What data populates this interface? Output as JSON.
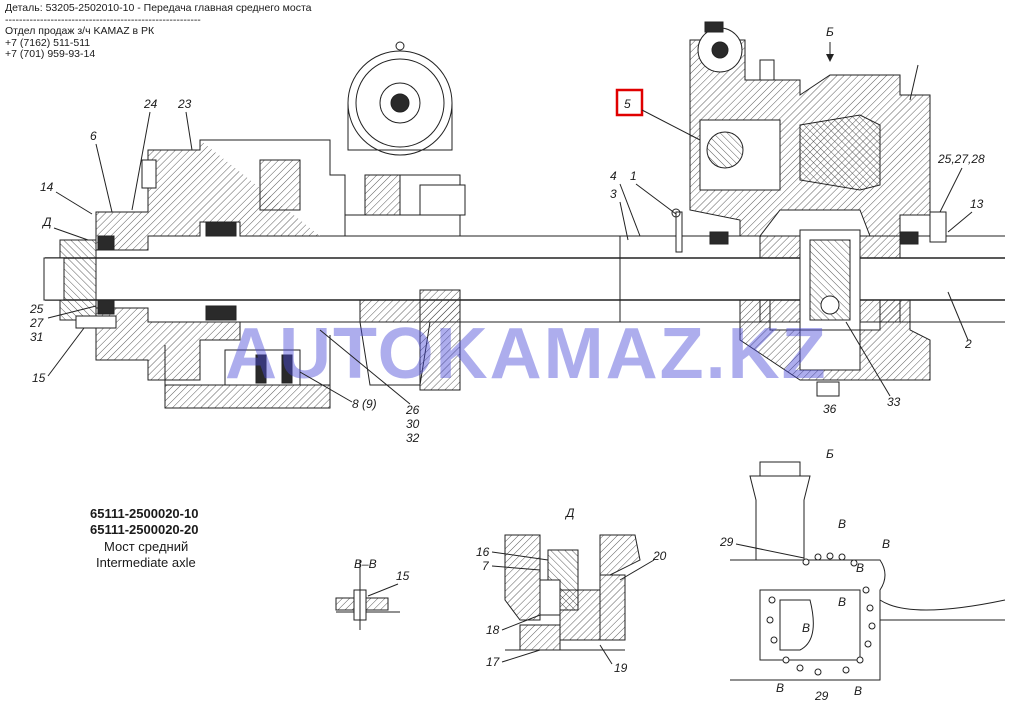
{
  "header": {
    "detail_line": "Деталь: 53205-2502010-10 - Передача главная среднего моста",
    "separator": "--------------------------------------------------------",
    "sales_dept": "Отдел продаж з/ч KAMAZ в РК",
    "phone1": "+7 (7162) 511-511",
    "phone2": "+7 (701) 959-93-14"
  },
  "watermark": "AUTOKAMAZ.KZ",
  "highlight_color": "#e00000",
  "title_block": {
    "code1": "65111-2500020-10",
    "code2": "65111-2500020-20",
    "name_ru": "Мост средний",
    "name_en": "Intermediate axle"
  },
  "views": {
    "view_b": "Б",
    "view_d": "Д",
    "section_vv": "В–В"
  },
  "callouts": {
    "c24": "24",
    "c23": "23",
    "c6": "6",
    "c14": "14",
    "c_d": "Д",
    "c25": "25",
    "c27": "27",
    "c31": "31",
    "c15": "15",
    "c8_9": "8 (9)",
    "c26": "26",
    "c30": "30",
    "c32": "32",
    "c5": "5",
    "c4": "4",
    "c1": "1",
    "c3": "3",
    "c25_27_28": "25,27,28",
    "c13": "13",
    "c2": "2",
    "c36": "36",
    "c33": "33",
    "d16": "16",
    "d7": "7",
    "d20": "20",
    "d18": "18",
    "d17": "17",
    "d19": "19",
    "vv15": "15",
    "b29a": "29",
    "b29b": "29",
    "b_v1": "В",
    "b_v2": "В",
    "b_v3": "В",
    "b_v4": "В",
    "b_v5": "В",
    "b_v6": "В",
    "b_v7": "В"
  }
}
